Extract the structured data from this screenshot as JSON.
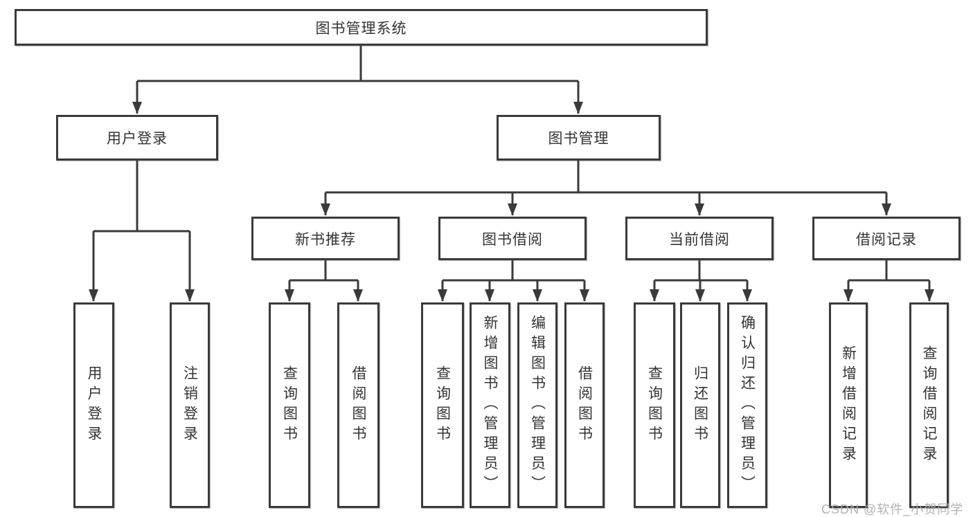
{
  "watermark": "CSDN @软件_小贺同学",
  "colors": {
    "line": "#3a3a3a",
    "text": "#333333",
    "watermark": "#adadad",
    "background": "#ffffff"
  },
  "tree": {
    "root": "图书管理系统",
    "branches": [
      {
        "label": "用户登录",
        "children": [
          {
            "label": "用户登录"
          },
          {
            "label": "注销登录"
          }
        ]
      },
      {
        "label": "图书管理",
        "children": [
          {
            "label": "新书推荐",
            "children": [
              {
                "label": "查询图书"
              },
              {
                "label": "借阅图书"
              }
            ]
          },
          {
            "label": "图书借阅",
            "children": [
              {
                "label": "查询图书"
              },
              {
                "label": "新增图书（管理员）"
              },
              {
                "label": "编辑图书（管理员）"
              },
              {
                "label": "借阅图书"
              }
            ]
          },
          {
            "label": "当前借阅",
            "children": [
              {
                "label": "查询图书"
              },
              {
                "label": "归还图书"
              },
              {
                "label": "确认归还（管理员）"
              }
            ]
          },
          {
            "label": "借阅记录",
            "children": [
              {
                "label": "新增借阅记录"
              },
              {
                "label": "查询借阅记录"
              }
            ]
          }
        ]
      }
    ]
  }
}
